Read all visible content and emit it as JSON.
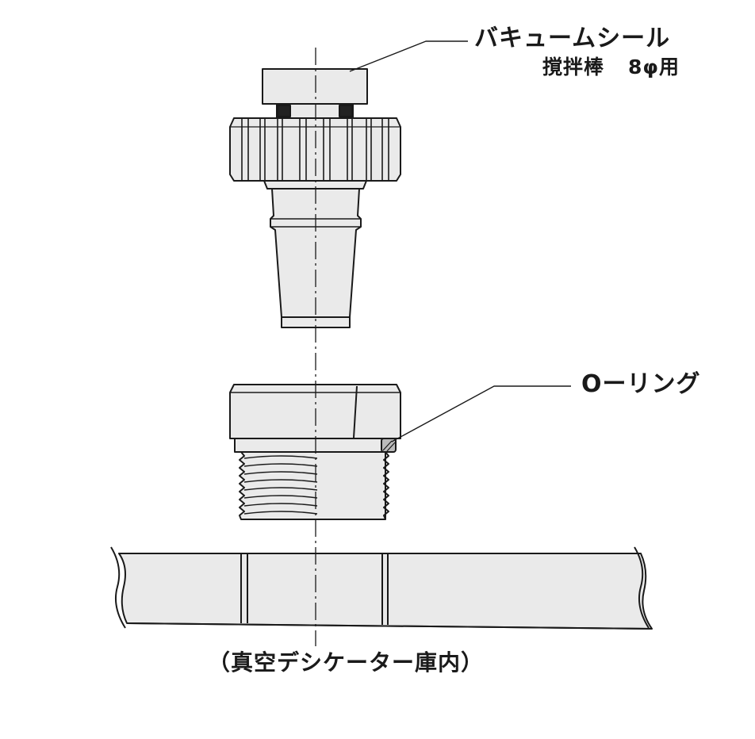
{
  "labels": {
    "vacuum_seal": "バキュームシール",
    "stirring_rod_prefix": "撹拌棒",
    "stirring_rod_size": "8φ用",
    "o_ring": "Oーリング",
    "caption": "（真空デシケーター庫内）"
  },
  "colors": {
    "line": "#1a1a1a",
    "fill": "#eaeaea",
    "background": "#ffffff",
    "seal_black": "#222222"
  }
}
